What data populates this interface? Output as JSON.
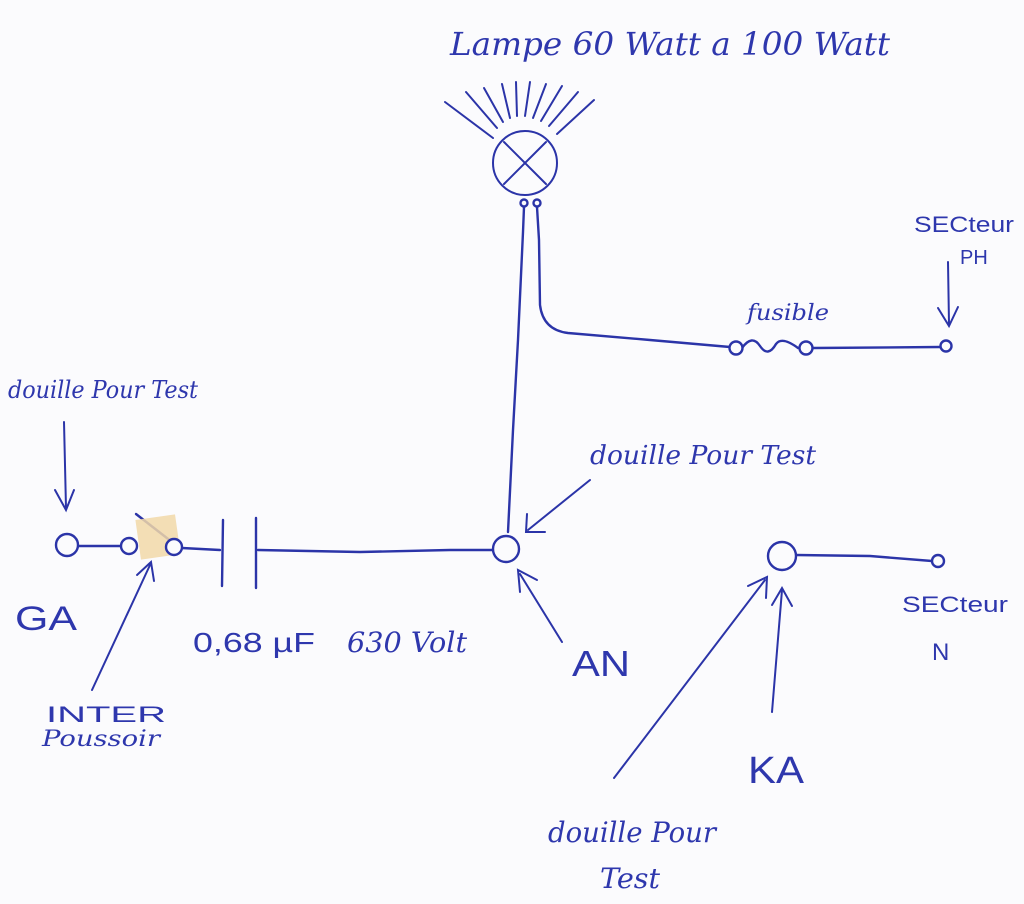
{
  "labels": {
    "lamp_title": "Lampe 60 Watt a 100 Watt",
    "sector_ph_line1": "SECteur",
    "sector_ph_line2": "PH",
    "fuse": "fusible",
    "socket_test_left": "douille Pour Test",
    "socket_test_center": "douille Pour Test",
    "ga": "GA",
    "capacitor": "0,68 µF",
    "voltage": "630 Volt",
    "an": "AN",
    "sector_n_line1": "SECteur",
    "sector_n_line2": "N",
    "inter_line1": "INTER",
    "inter_line2": "Poussoir",
    "ka": "KA",
    "socket_test_bottom_line1": "douille Pour",
    "socket_test_bottom_line2": "Test"
  },
  "colors": {
    "ink": "#2b34a8",
    "paper": "#fbfbfd",
    "tape": "#f1d8a8"
  }
}
